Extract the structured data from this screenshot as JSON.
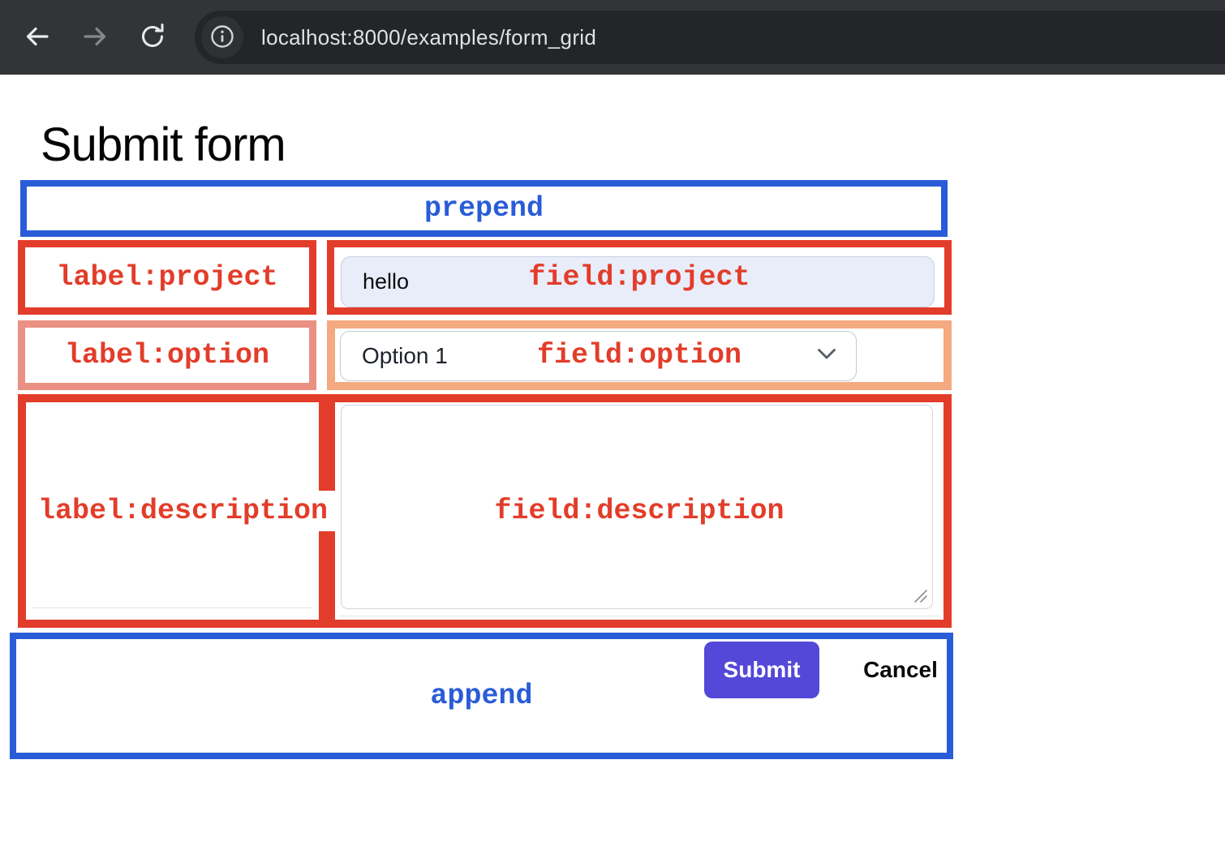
{
  "browser": {
    "url": "localhost:8000/examples/form_grid",
    "icons": {
      "back": "back-arrow",
      "forward": "forward-arrow",
      "reload": "reload-circular-arrow",
      "info": "info-circle"
    }
  },
  "page": {
    "title": "Submit form"
  },
  "form": {
    "prepend_overlay": "prepend",
    "append_overlay": "append",
    "rows": [
      {
        "label_overlay": "label:project",
        "field_overlay": "field:project",
        "control": "text-input",
        "value": "hello"
      },
      {
        "label_overlay": "label:option",
        "field_overlay": "field:option",
        "control": "select",
        "selected_option": "Option 1"
      },
      {
        "label_overlay": "label:description",
        "field_overlay": "field:description",
        "control": "textarea",
        "value": ""
      }
    ],
    "submit_label": "Submit",
    "cancel_label": "Cancel"
  },
  "colors": {
    "overlay_red": "#e23d2a",
    "overlay_salmon": "#ea9183",
    "overlay_orange": "#f5a981",
    "overlay_blue": "#2a5cd8",
    "submit_button": "#5348d8",
    "input_fill": "#e9edf9",
    "chrome_bg": "#333438",
    "urlbar_bg": "#232528"
  }
}
